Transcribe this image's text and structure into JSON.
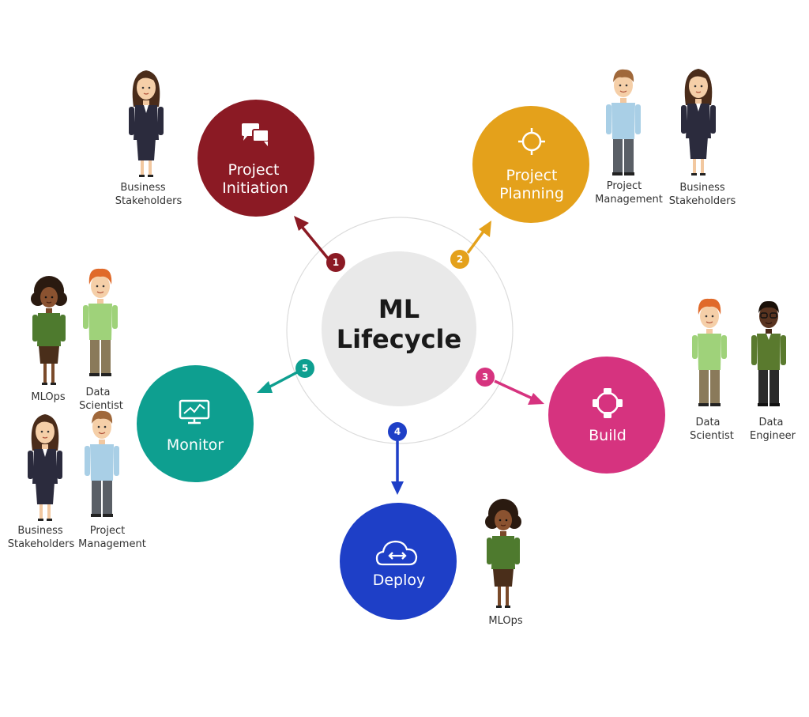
{
  "center": {
    "line1": "ML",
    "line2": "Lifecycle"
  },
  "stages": [
    {
      "number": "1",
      "line1": "Project",
      "line2": "Initiation",
      "color": "#8b1a24",
      "icon": "chat-bubbles-icon"
    },
    {
      "number": "2",
      "line1": "Project",
      "line2": "Planning",
      "color": "#e4a11b",
      "icon": "crosshair-icon"
    },
    {
      "number": "3",
      "line1": "Build",
      "line2": "",
      "color": "#d6337f",
      "icon": "build-nodes-icon"
    },
    {
      "number": "4",
      "line1": "Deploy",
      "line2": "",
      "color": "#1e3fc7",
      "icon": "cloud-sync-icon"
    },
    {
      "number": "5",
      "line1": "Monitor",
      "line2": "",
      "color": "#0e9f90",
      "icon": "monitor-chart-icon"
    }
  ],
  "roles": {
    "initiation": [
      {
        "line1": "Business",
        "line2": "Stakeholders"
      }
    ],
    "planning": [
      {
        "line1": "Project",
        "line2": "Management"
      },
      {
        "line1": "Business",
        "line2": "Stakeholders"
      }
    ],
    "build": [
      {
        "line1": "Data",
        "line2": "Scientist"
      },
      {
        "line1": "Data",
        "line2": "Engineer"
      }
    ],
    "deploy": [
      {
        "line1": "MLOps",
        "line2": ""
      }
    ],
    "monitor": [
      {
        "line1": "MLOps",
        "line2": ""
      },
      {
        "line1": "Data",
        "line2": "Scientist"
      },
      {
        "line1": "Business",
        "line2": "Stakeholders"
      },
      {
        "line1": "Project",
        "line2": "Management"
      }
    ]
  }
}
